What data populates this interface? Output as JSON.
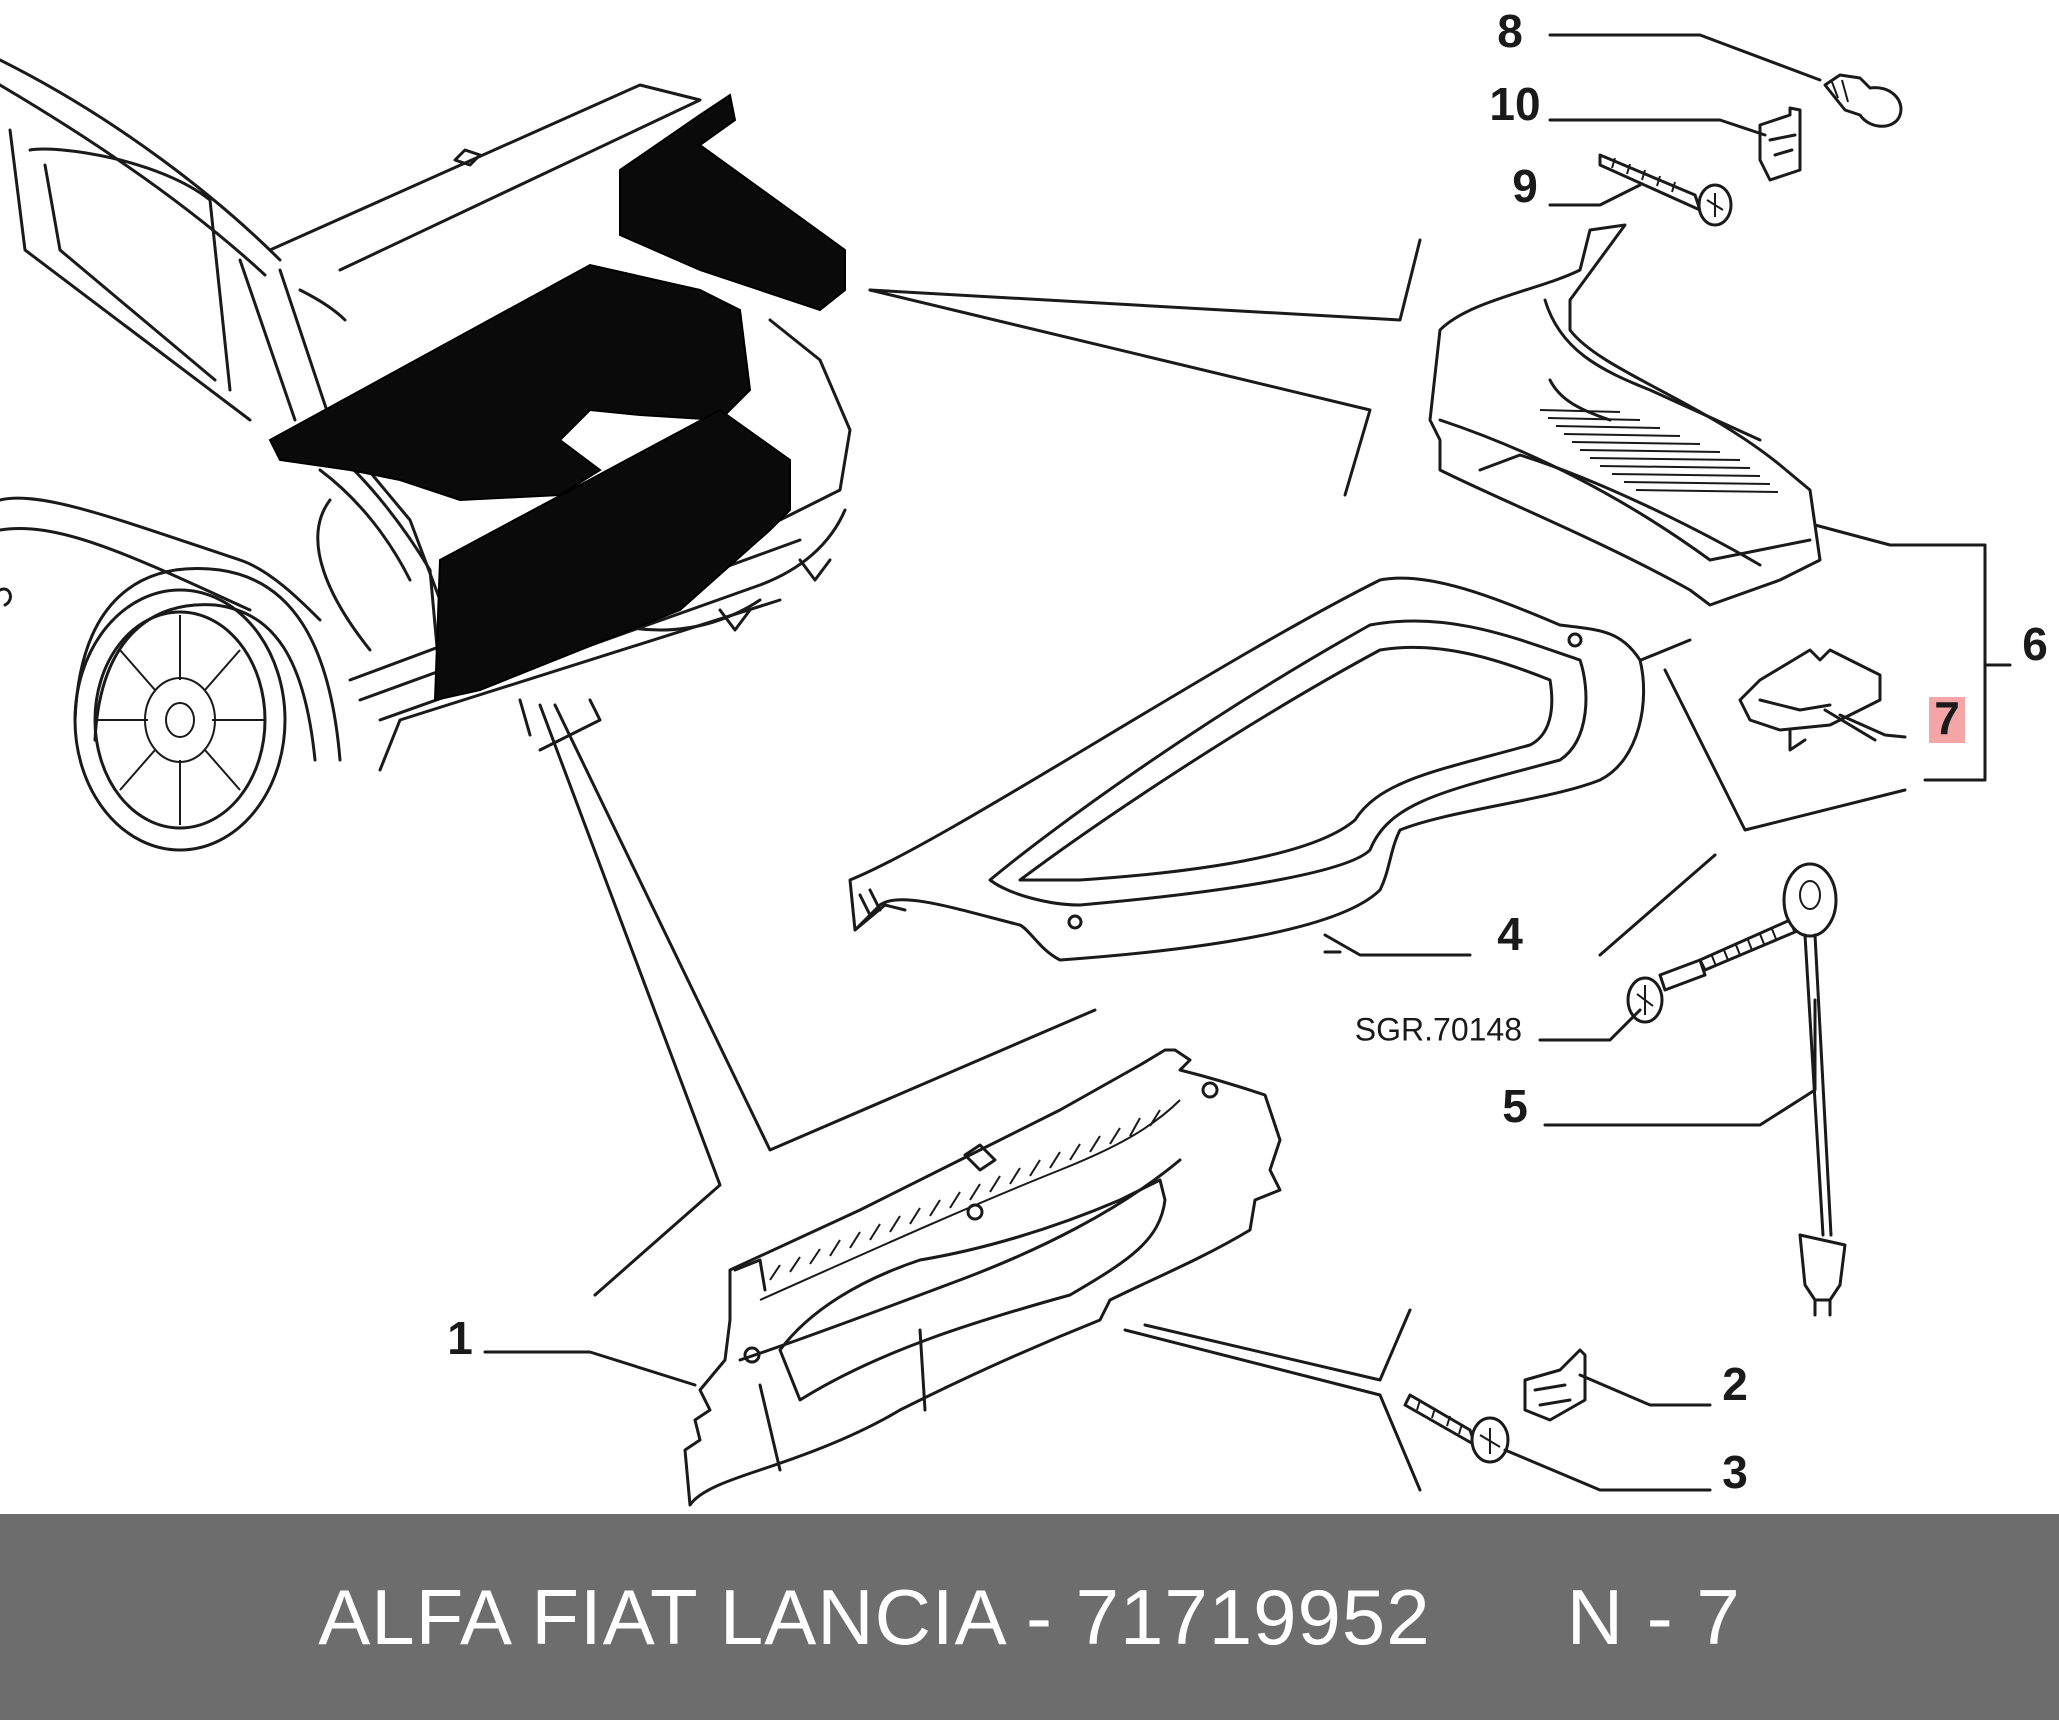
{
  "callouts": {
    "c1": "1",
    "c2": "2",
    "c3": "3",
    "c4": "4",
    "c5": "5",
    "c6": "6",
    "c7": "7",
    "c8": "8",
    "c9": "9",
    "c10": "10",
    "ref": "SGR.70148"
  },
  "highlight_color": "#f4a6a6",
  "footer": {
    "part_info": "ALFA FIAT LANCIA - 71719952",
    "page_code": "N - 7"
  }
}
